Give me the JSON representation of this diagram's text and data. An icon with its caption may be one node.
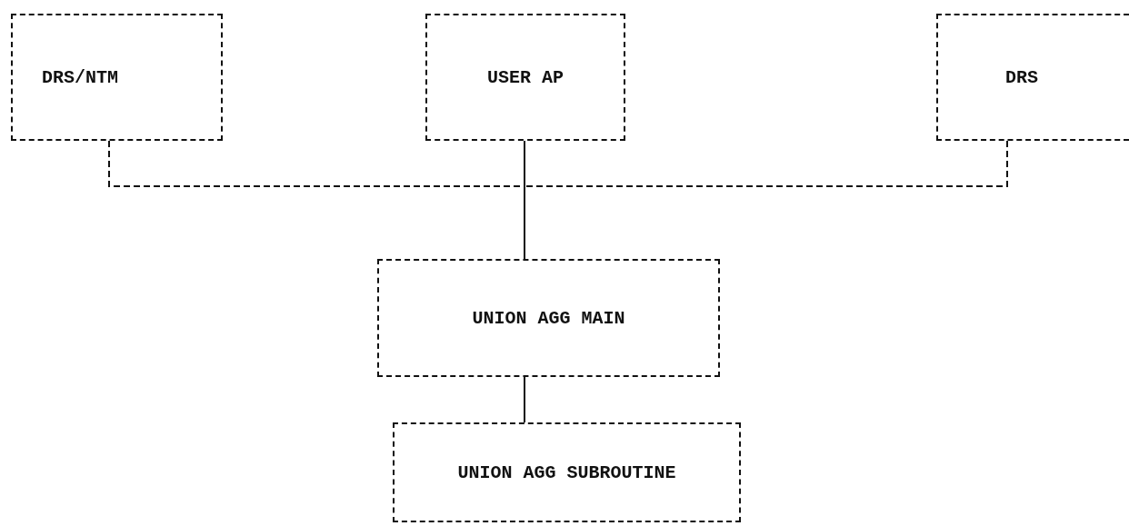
{
  "diagram": {
    "nodes": [
      {
        "text": [
          "DRS/NTM"
        ]
      },
      {
        "text": [
          "USER AP"
        ]
      },
      {
        "text": [
          "DRS"
        ]
      },
      {
        "text": [
          "UNION AGG MAIN"
        ]
      },
      {
        "text": [
          "UNION AGG SUBROUTINE"
        ]
      }
    ],
    "edges": [
      {
        "from": 0,
        "to": 3,
        "arrow": "none",
        "style": "dashed"
      },
      {
        "from": 1,
        "to": 3,
        "arrow": "none"
      },
      {
        "from": 2,
        "to": 3,
        "arrow": "none",
        "style": "dashed"
      },
      {
        "from": 3,
        "to": 4,
        "arrow": "none"
      }
    ]
  }
}
